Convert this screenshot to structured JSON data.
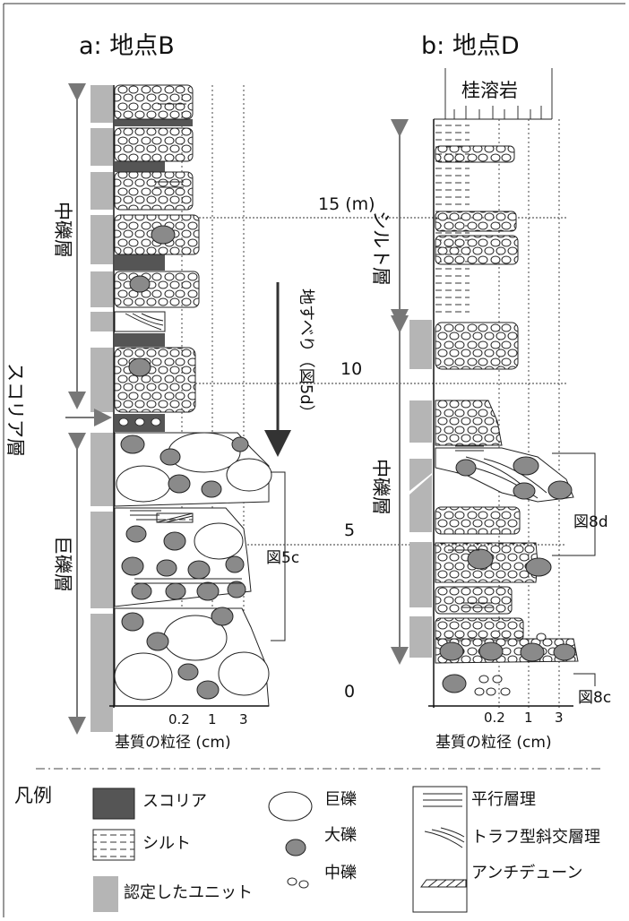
{
  "panel_a": {
    "title": "a: 地点B",
    "unit_labels": {
      "upper": "中礫層",
      "scoria": "スコリア層",
      "lower": "巨礫層"
    },
    "grain_ticks": [
      "0.2",
      "1",
      "3"
    ],
    "axis_caption": "基質の粒径 (cm)",
    "annotations": {
      "landslide": "地すべり（図5d）",
      "figure_ref": "図5c"
    }
  },
  "panel_b": {
    "title": "b: 地点D",
    "top_rock": "桂溶岩",
    "unit_labels": {
      "silt": "シルト層",
      "gravel": "中礫層"
    },
    "grain_ticks": [
      "0.2",
      "1",
      "3"
    ],
    "axis_caption": "基質の粒径 (cm)",
    "annotations": {
      "figure_ref_1": "図8d",
      "figure_ref_2": "図8c"
    }
  },
  "scale": {
    "labels": [
      "15 (m)",
      "10",
      "5",
      "0"
    ]
  },
  "legend": {
    "title": "凡例",
    "items": {
      "scoria": "スコリア",
      "silt": "シルト",
      "unit": "認定したユニット",
      "boulder": "巨礫",
      "cobble": "大礫",
      "pebble": "中礫",
      "parallel": "平行層理",
      "trough": "トラフ型斜交層理",
      "antidune": "アンチデューン"
    }
  },
  "colors": {
    "scoria": "#555555",
    "unit_bar": "#b5b5b5",
    "cobble": "#8a8a8a",
    "line": "#222222"
  }
}
